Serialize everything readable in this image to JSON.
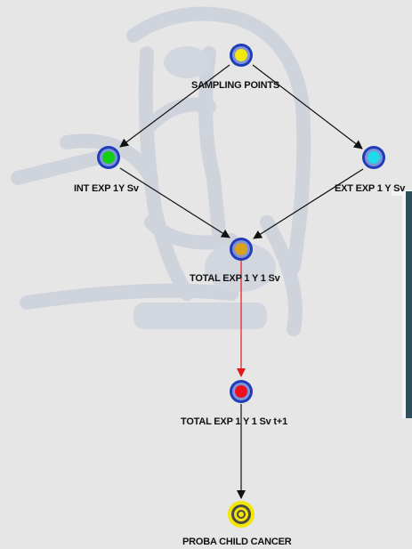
{
  "nodes": {
    "sampling_points": {
      "label": "SAMPLING POINTS",
      "color": "#f0e80e"
    },
    "int_exp": {
      "label": "INT EXP 1Y Sv",
      "color": "#11d011"
    },
    "ext_exp": {
      "label": "EXT EXP 1 Y Sv",
      "color": "#1fd8e8"
    },
    "total_exp": {
      "label": "TOTAL EXP 1 Y 1 Sv",
      "color": "#d9a21a"
    },
    "total_exp_t1": {
      "label": "TOTAL EXP 1 Y 1 Sv t+1",
      "color": "#ee1020"
    },
    "proba_cancer": {
      "label": "PROBA CHILD CANCER",
      "color": "#f3e600"
    }
  },
  "edges": [
    {
      "from": "sampling_points",
      "to": "int_exp",
      "color": "#111111"
    },
    {
      "from": "sampling_points",
      "to": "ext_exp",
      "color": "#111111"
    },
    {
      "from": "int_exp",
      "to": "total_exp",
      "color": "#111111"
    },
    {
      "from": "ext_exp",
      "to": "total_exp",
      "color": "#111111"
    },
    {
      "from": "total_exp",
      "to": "total_exp_t1",
      "color": "#e01a1a"
    },
    {
      "from": "total_exp_t1",
      "to": "proba_cancer",
      "color": "#111111"
    }
  ]
}
